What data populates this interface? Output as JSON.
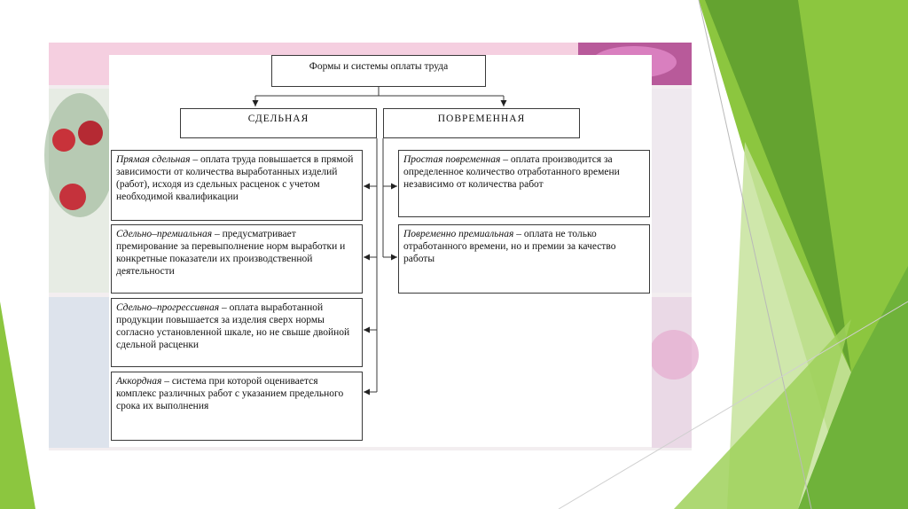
{
  "diagram": {
    "title": "Формы и системы оплаты труда",
    "left_head": "СДЕЛЬНАЯ",
    "right_head": "ПОВРЕМЕННАЯ",
    "left_items": [
      {
        "term": "Прямая сдельная",
        "text": " – оплата труда повышается в прямой зависимости от количества выработанных изделий (работ), исходя из сдельных расценок с учетом необходимой квалификации"
      },
      {
        "term": "Сдельно–премиальная",
        "text": " – предусматривает премирование за перевыполнение норм выработки и конкретные показатели их производственной деятельности"
      },
      {
        "term": "Сдельно–прогрессивная",
        "text": " – оплата выработанной продукции повышается за изделия сверх нормы согласно установленной шкале, но не свыше двойной сдельной расценки"
      },
      {
        "term": "Аккордная",
        "text": " – система при которой оценивается комплекс различных работ с указанием предельного срока их выполнения"
      }
    ],
    "right_items": [
      {
        "term": "Простая повременная",
        "text": " – оплата производится за определенное количество отработанного времени независимо от количества работ"
      },
      {
        "term": "Повременно премиальная",
        "text": " – оплата не только отработанного времени, но и премии за качество работы"
      }
    ]
  },
  "colors": {
    "accent_dark": "#5f9e2f",
    "accent_light": "#8cc63f",
    "accent_pale": "#c7e39c",
    "line": "#3a3a3a"
  }
}
